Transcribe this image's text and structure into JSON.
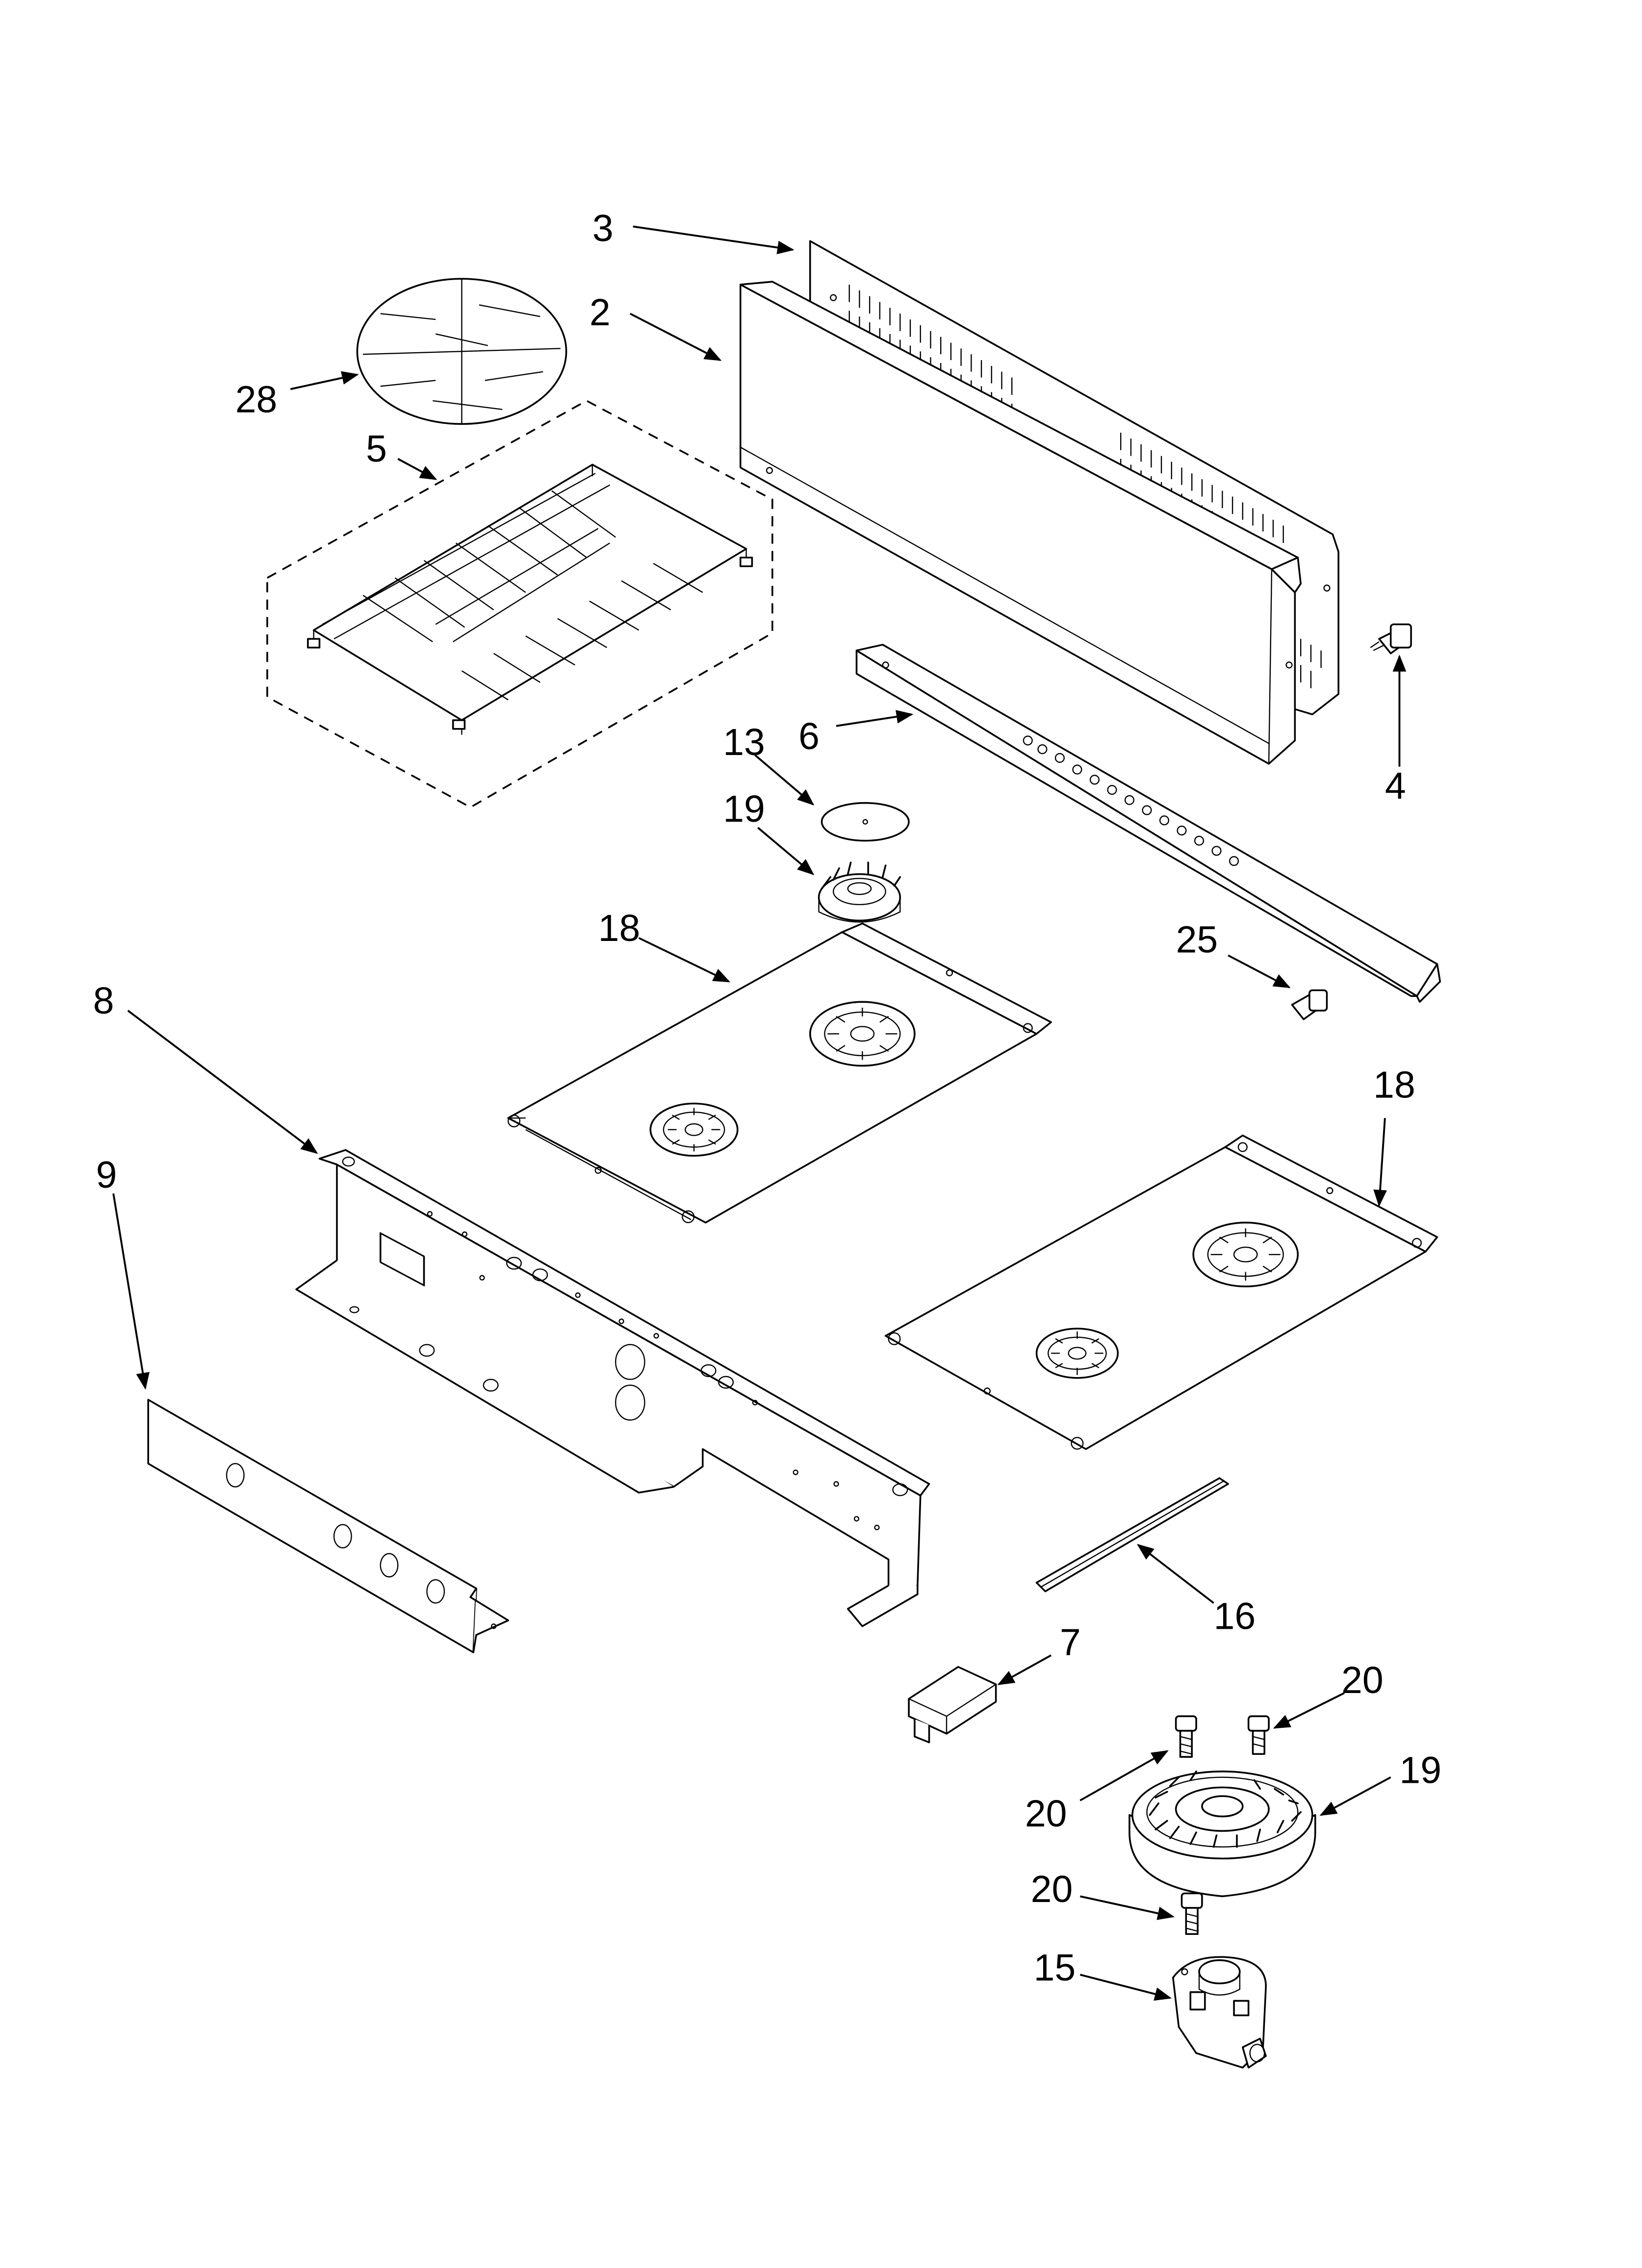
{
  "callouts": {
    "c2": "2",
    "c3": "3",
    "c4": "4",
    "c5": "5",
    "c6": "6",
    "c7": "7",
    "c8": "8",
    "c9": "9",
    "c13": "13",
    "c15": "15",
    "c16": "16",
    "c18a": "18",
    "c18b": "18",
    "c19a": "19",
    "c19b": "19",
    "c20a": "20",
    "c20b": "20",
    "c20c": "20",
    "c25": "25",
    "c28": "28"
  }
}
